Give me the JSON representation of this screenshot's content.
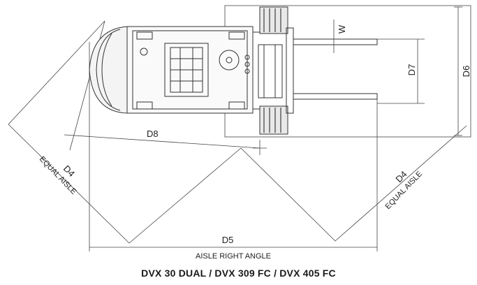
{
  "labels": {
    "w": "W",
    "d6": "D6",
    "d7": "D7",
    "d8": "D8",
    "d4": "D4",
    "equal_aisle": "EQUAL AISLE",
    "d5": "D5",
    "aisle_right_angle": "AISLE RIGHT ANGLE"
  },
  "caption": "DVX 30 DUAL / DVX 309 FC / DVX 405 FC"
}
